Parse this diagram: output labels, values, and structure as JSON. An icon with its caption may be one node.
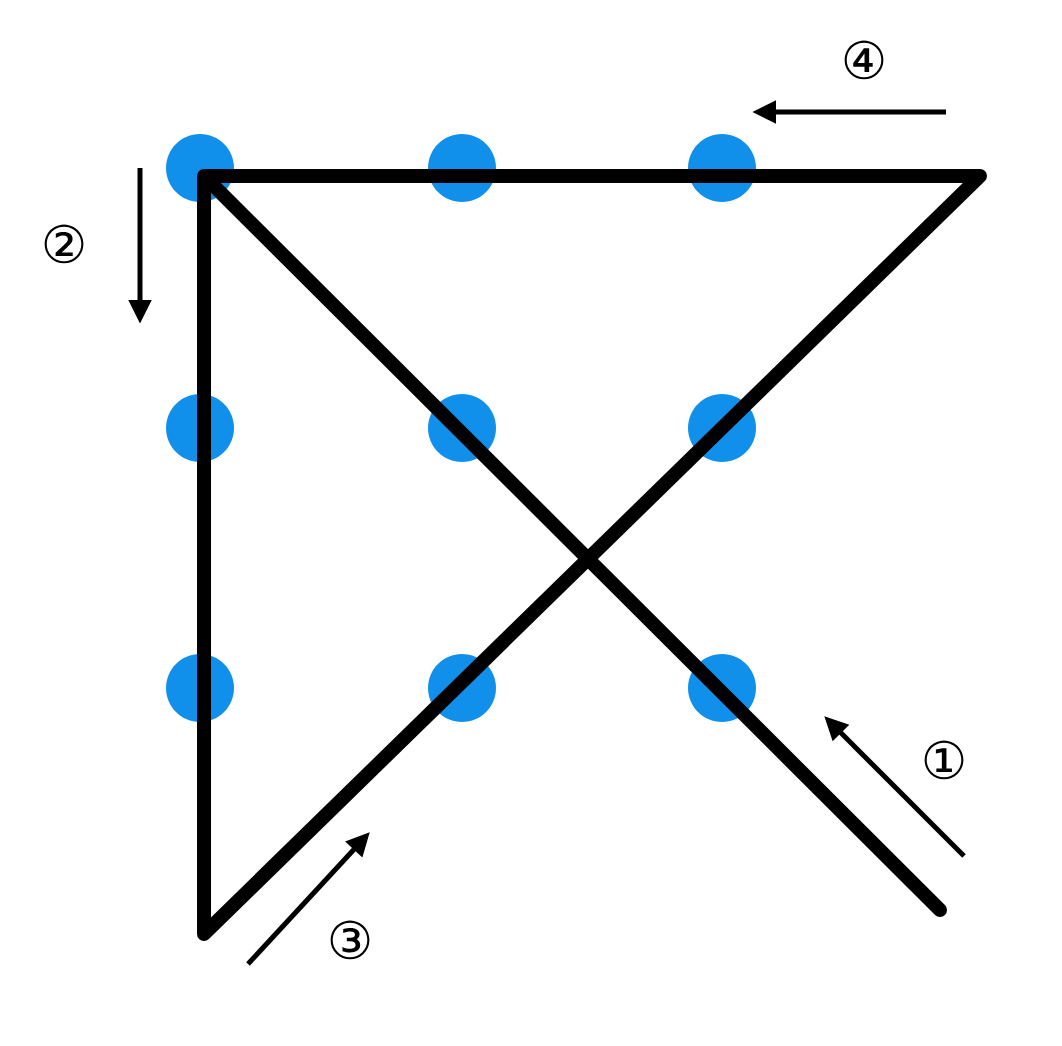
{
  "diagram": {
    "labels": [
      "④",
      "②",
      "①",
      "③"
    ]
  }
}
